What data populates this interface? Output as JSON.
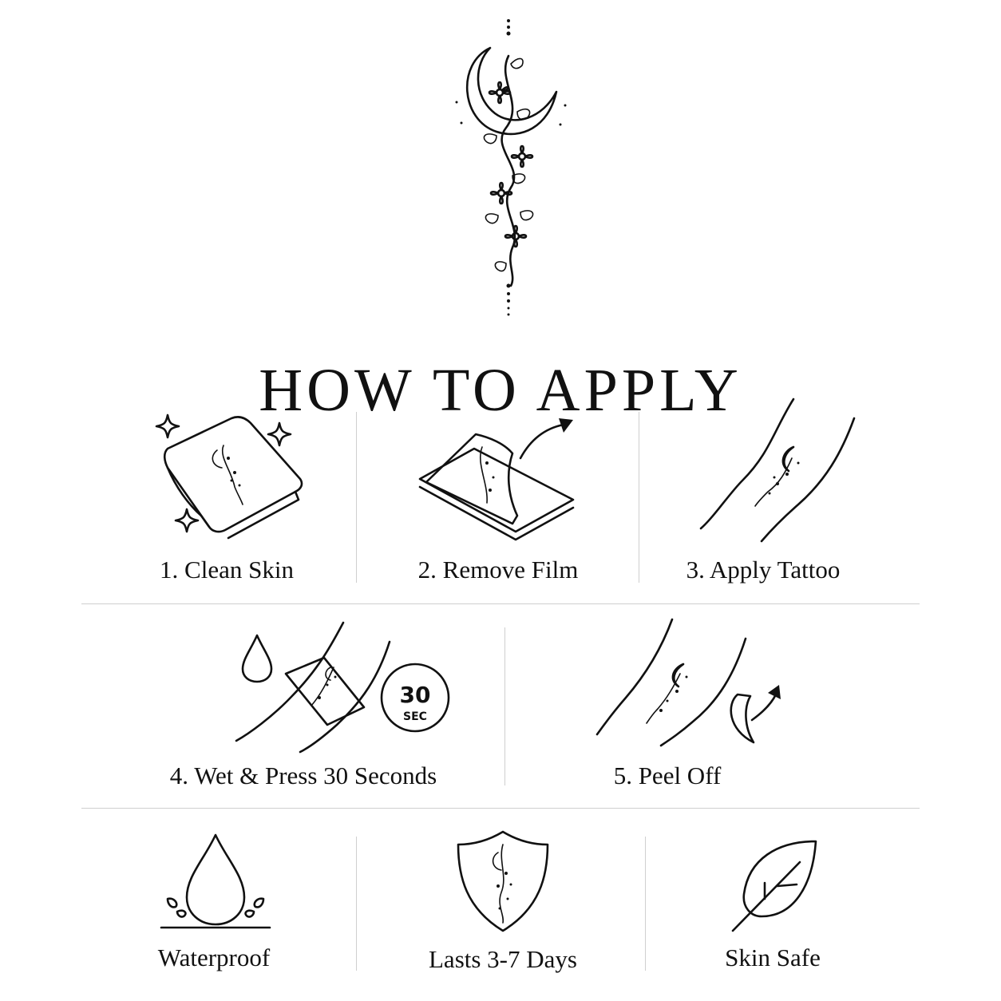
{
  "title": "HOW TO APPLY",
  "steps": [
    {
      "label": "1. Clean Skin",
      "icon": "cleaning-wipe-icon"
    },
    {
      "label": "2. Remove Film",
      "icon": "peel-film-icon"
    },
    {
      "label": "3. Apply Tattoo",
      "icon": "arm-tattoo-icon"
    },
    {
      "label": "4. Wet & Press 30 Seconds",
      "icon": "wet-press-icon"
    },
    {
      "label": "5. Peel Off",
      "icon": "peel-off-icon"
    }
  ],
  "timer": {
    "number": "30",
    "unit": "SEC"
  },
  "features": [
    {
      "label": "Waterproof",
      "icon": "water-drop-icon"
    },
    {
      "label": "Lasts 3-7 Days",
      "icon": "shield-icon"
    },
    {
      "label": "Skin Safe",
      "icon": "leaf-icon"
    }
  ],
  "colors": {
    "ink": "#111111",
    "divider": "#cfcfcf",
    "background": "#ffffff"
  }
}
